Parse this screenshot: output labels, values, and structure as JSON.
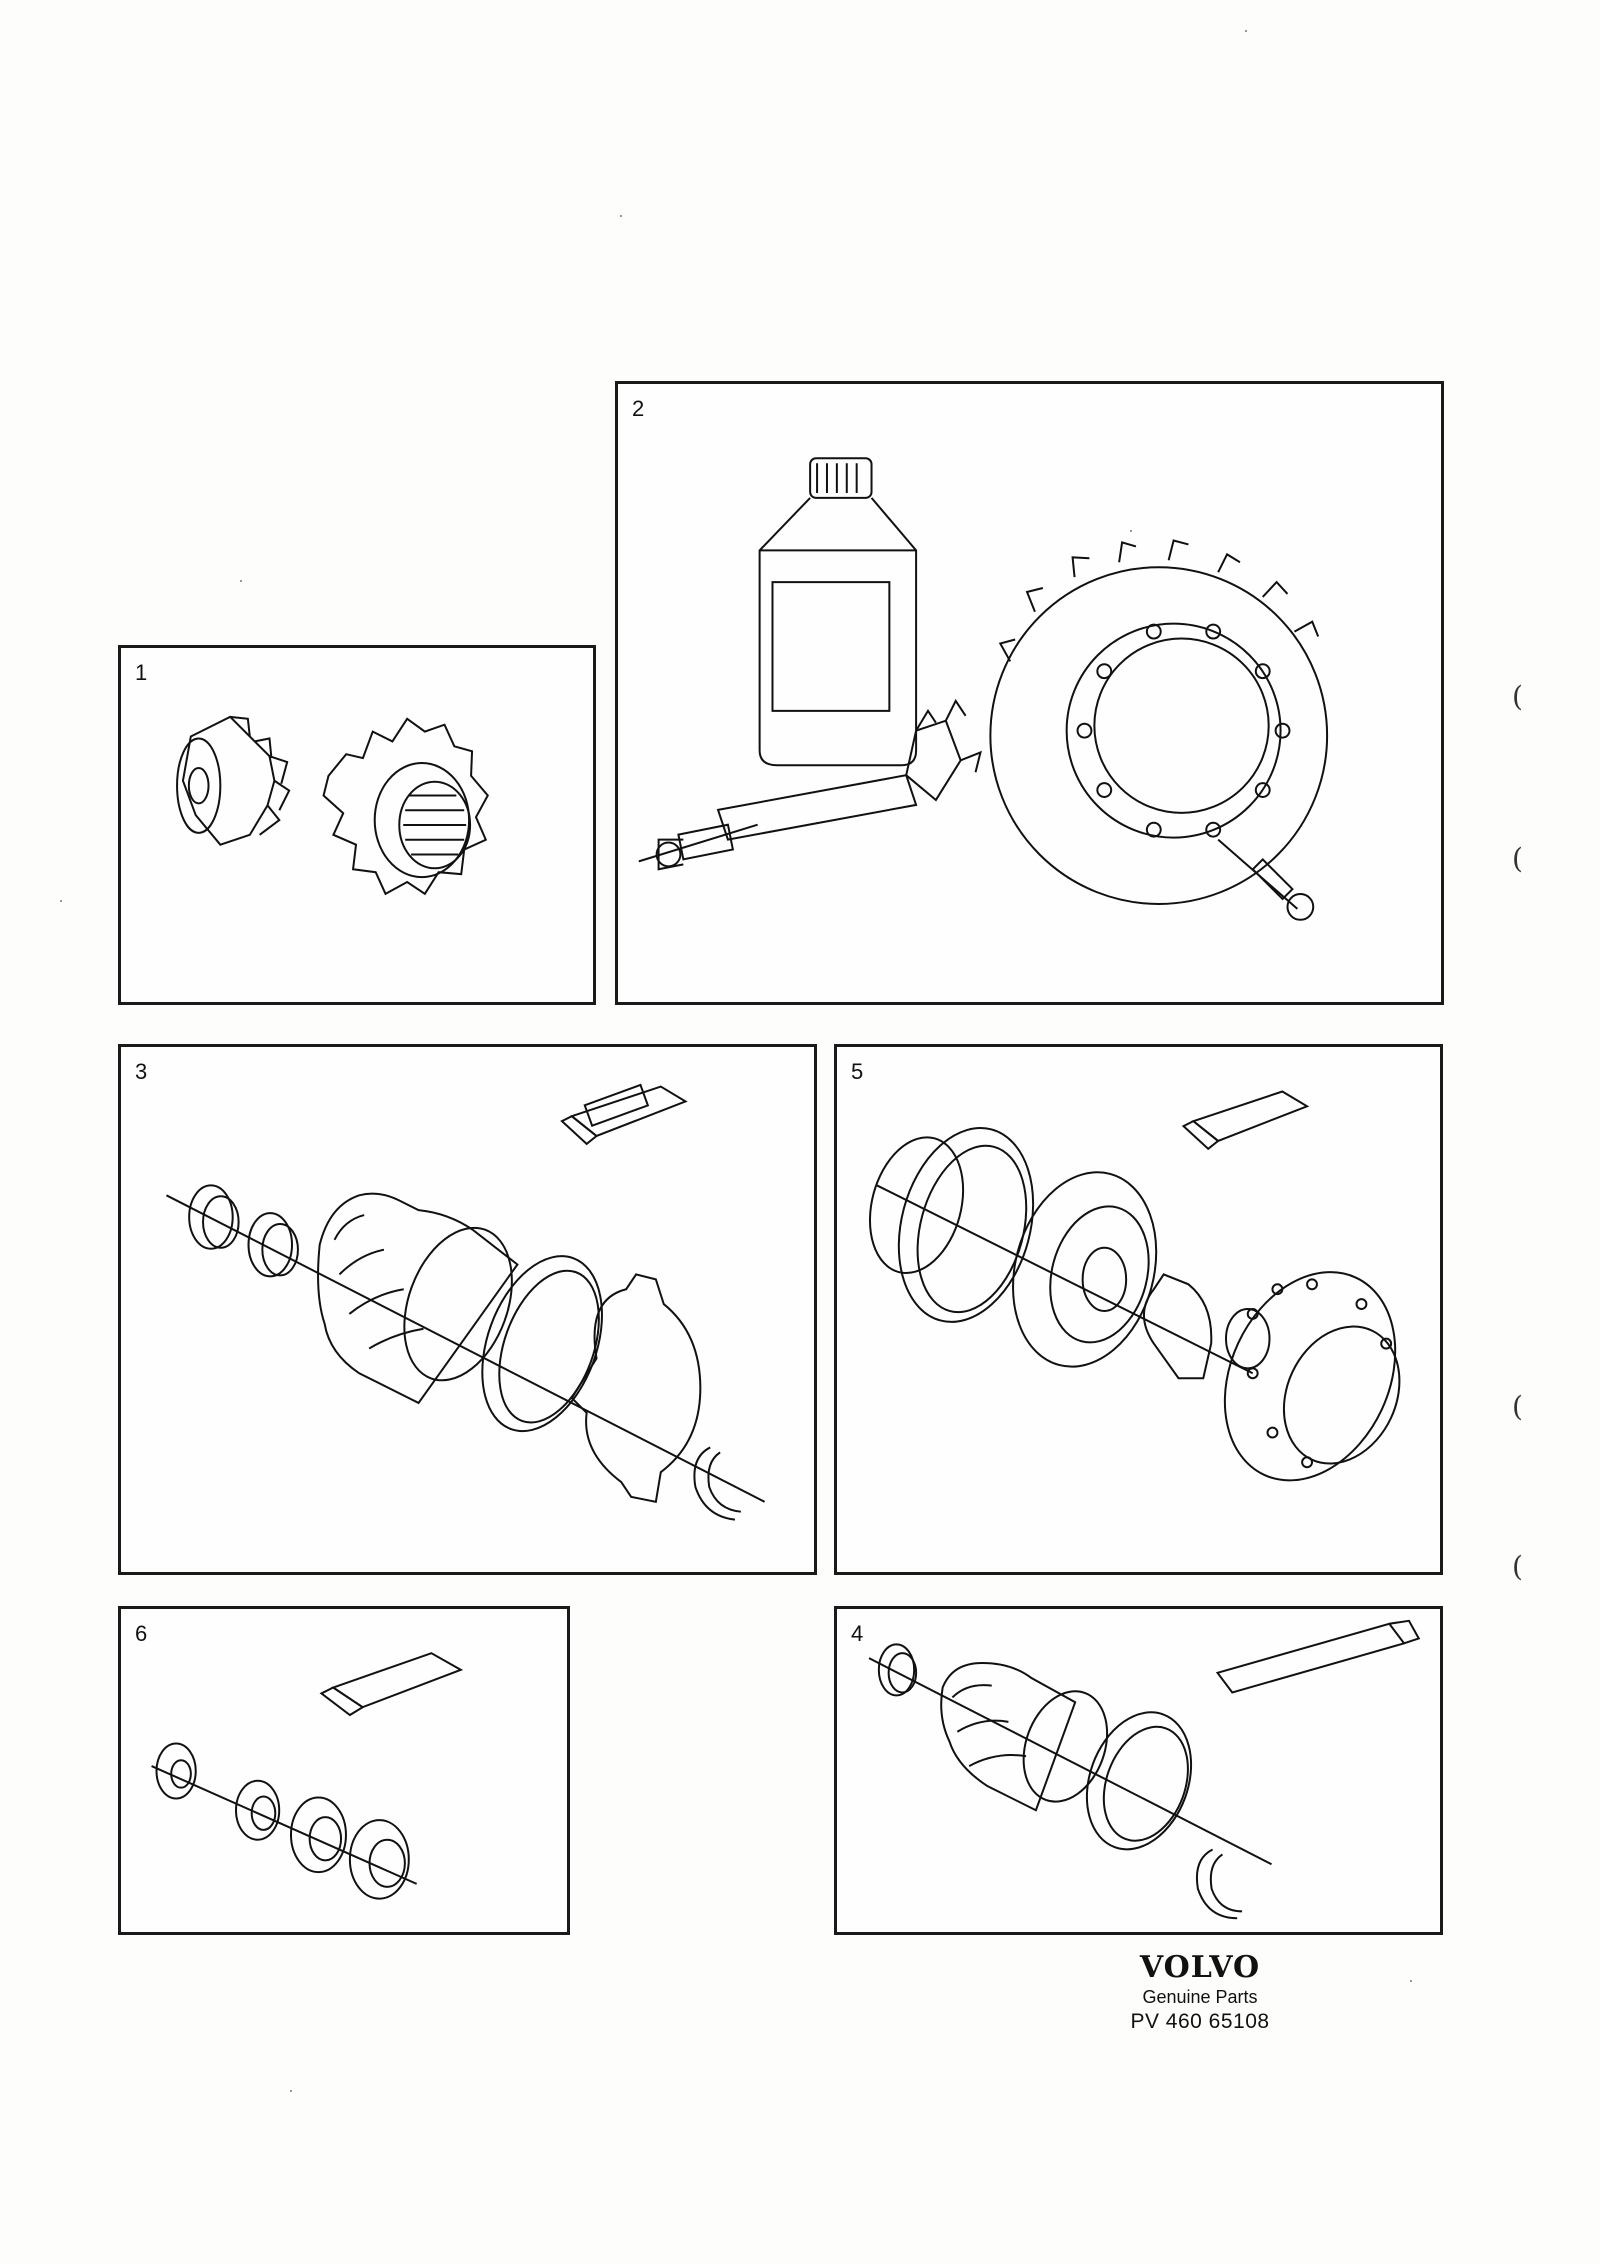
{
  "panels": [
    {
      "id": "1",
      "label": "1"
    },
    {
      "id": "2",
      "label": "2"
    },
    {
      "id": "3",
      "label": "3"
    },
    {
      "id": "5",
      "label": "5"
    },
    {
      "id": "6",
      "label": "6"
    },
    {
      "id": "4",
      "label": "4"
    }
  ],
  "margin_marks": [
    "(",
    "(",
    "(",
    "("
  ],
  "brand": {
    "logo": "VOLVO",
    "subtitle": "Genuine Parts",
    "part_code": "PV 460 65108"
  },
  "colors": {
    "ink": "#1a1a1a",
    "paper": "#fdfdfc"
  }
}
